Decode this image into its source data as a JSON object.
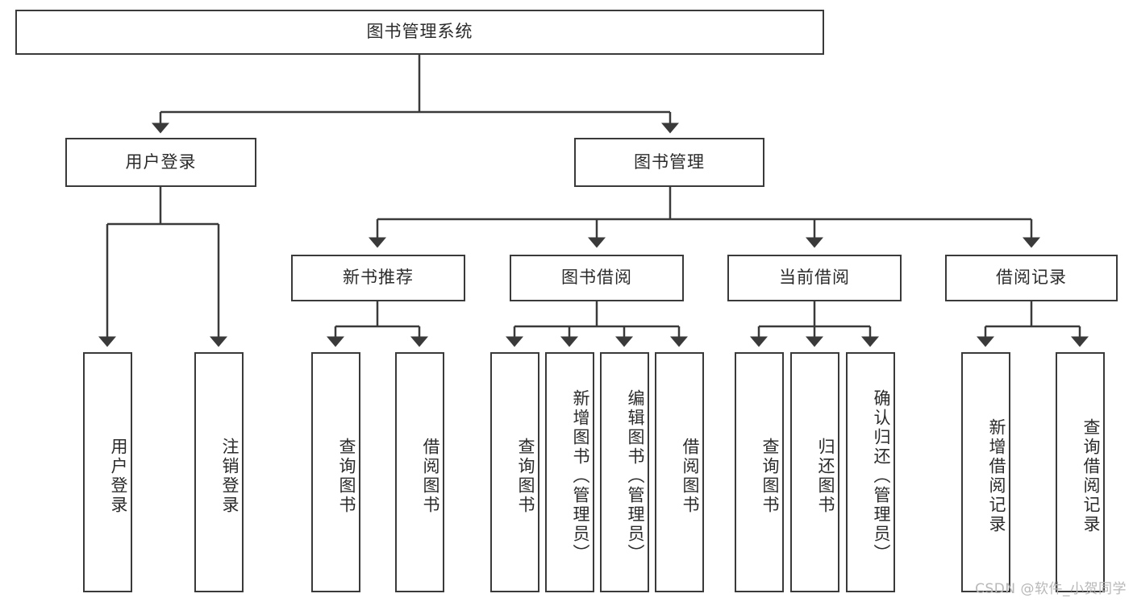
{
  "diagram": {
    "title": "图书管理系统",
    "type": "tree-hierarchy",
    "root": {
      "label": "图书管理系统"
    },
    "level2": [
      {
        "id": "user-login",
        "label": "用户登录"
      },
      {
        "id": "book-manage",
        "label": "图书管理"
      }
    ],
    "level3": [
      {
        "id": "new-book-recommend",
        "label": "新书推荐",
        "parent": "book-manage"
      },
      {
        "id": "book-borrow",
        "label": "图书借阅",
        "parent": "book-manage"
      },
      {
        "id": "current-borrow",
        "label": "当前借阅",
        "parent": "book-manage"
      },
      {
        "id": "borrow-record",
        "label": "借阅记录",
        "parent": "book-manage"
      }
    ],
    "leaves": {
      "user_login": [
        {
          "id": "leaf-user-login",
          "label": "用户登录"
        },
        {
          "id": "leaf-user-logout",
          "label": "注销登录"
        }
      ],
      "new_book_recommend": [
        {
          "id": "leaf-query-book-1",
          "label": "查询图书"
        },
        {
          "id": "leaf-borrow-book-1",
          "label": "借阅图书"
        }
      ],
      "book_borrow": [
        {
          "id": "leaf-query-book-2",
          "label": "查询图书"
        },
        {
          "id": "leaf-add-book",
          "label": "新增图书（管理员）"
        },
        {
          "id": "leaf-edit-book",
          "label": "编辑图书（管理员）"
        },
        {
          "id": "leaf-borrow-book-2",
          "label": "借阅图书"
        }
      ],
      "current_borrow": [
        {
          "id": "leaf-query-book-3",
          "label": "查询图书"
        },
        {
          "id": "leaf-return-book",
          "label": "归还图书"
        },
        {
          "id": "leaf-confirm-return",
          "label": "确认归还（管理员）"
        }
      ],
      "borrow_record": [
        {
          "id": "leaf-add-record",
          "label": "新增借阅记录"
        },
        {
          "id": "leaf-query-record",
          "label": "查询借阅记录"
        }
      ]
    }
  },
  "watermark": {
    "text": "CSDN @软件_小贺同学"
  },
  "colors": {
    "stroke": "#3a3a3a",
    "fill": "#ffffff",
    "text": "#2b2b2b",
    "watermark": "#b8b8b8"
  }
}
